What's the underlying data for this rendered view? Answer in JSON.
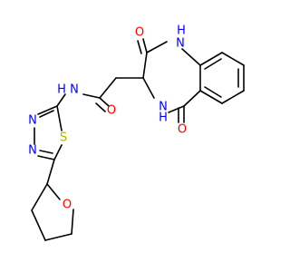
{
  "molecule": {
    "colors": {
      "bond": "#000000",
      "oxygen": "#ff0000",
      "nitrogen": "#0000ff",
      "sulfur": "#b2b200",
      "hydrogen_on_nitrogen": "#0000ff"
    },
    "atom_labels": {
      "o_ring_carbonyl_top": "O",
      "nh_ring_top": "H",
      "n_ring_top": "N",
      "nh_ring_bottom": "H",
      "n_ring_bottom": "N",
      "o_ring_carbonyl_bottom": "O",
      "nh_amide_h": "H",
      "nh_amide_n": "N",
      "o_amide": "O",
      "n_thiadiazole_left": "N",
      "n_thiadiazole_bottom": "N",
      "s_thiadiazole": "S",
      "o_thf": "O"
    }
  }
}
